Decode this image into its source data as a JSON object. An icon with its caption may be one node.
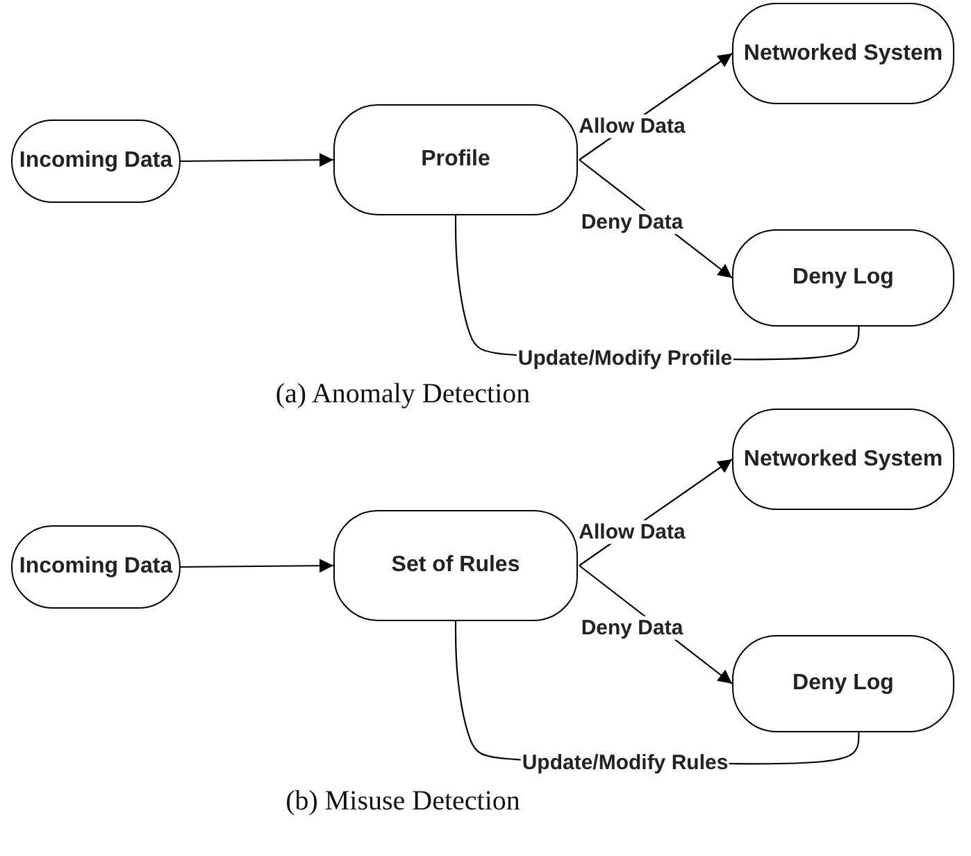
{
  "diagram": {
    "nodes": [
      {
        "text": [
          "Incoming Data"
        ]
      },
      {
        "text": [
          "Profile"
        ]
      },
      {
        "text": [
          "Networked System"
        ]
      },
      {
        "text": [
          "Deny Log"
        ]
      },
      {
        "text": [
          "Incoming Data"
        ]
      },
      {
        "text": [
          "Set of Rules"
        ]
      },
      {
        "text": [
          "Networked System"
        ]
      },
      {
        "text": [
          "Deny Log"
        ]
      }
    ],
    "edges": [
      {
        "from": 0,
        "to": 1,
        "arrow": "to"
      },
      {
        "from": 1,
        "to": 2,
        "label": "Allow Data",
        "arrow": "to"
      },
      {
        "from": 1,
        "to": 3,
        "label": "Deny Data",
        "arrow": "to"
      },
      {
        "from": 3,
        "to": 1,
        "label": "Update/Modify Profile",
        "arrow": "none"
      },
      {
        "from": 4,
        "to": 5,
        "arrow": "to"
      },
      {
        "from": 5,
        "to": 6,
        "label": "Allow Data",
        "arrow": "to"
      },
      {
        "from": 5,
        "to": 7,
        "label": "Deny Data",
        "arrow": "to"
      },
      {
        "from": 7,
        "to": 5,
        "label": "Update/Modify Rules",
        "arrow": "none"
      }
    ],
    "labels": [
      "(a) Anomaly Detection",
      "(b) Misuse Detection"
    ]
  }
}
